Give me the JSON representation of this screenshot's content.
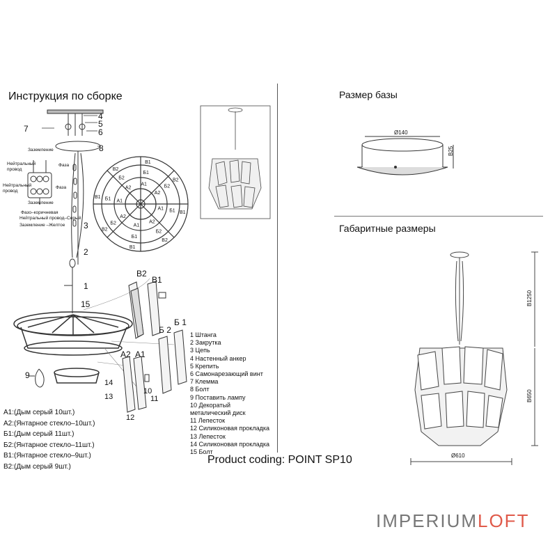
{
  "titles": {
    "assembly": "Инструкция по сборке",
    "base_size": "Размер базы",
    "overall_size": "Габаритные размеры"
  },
  "parts": [
    "1  Штанга",
    "2  Закрутка",
    "3  Цепь",
    "4  Настенный анкер",
    "5  Крепить",
    "6  Самонарезающий винт",
    "7  Клемма",
    "8  Болт",
    "9 Поставить лампу",
    "10  Декоратый",
    "     металический диск",
    "11 Лепесток",
    "12 Силиконовая прокладка",
    "13 Лепесток",
    "14 Силиконовая прокладка",
    "15 Болт"
  ],
  "legend": [
    "A1:(Дым серый 10шт.)",
    "A2:(Янтарное стекло–10шт.)",
    "Б1:(Дым серый 11шт.)",
    "Б2:(Янтарное стекло–11шт.)",
    "B1:(Янтарное стекло–9шт.)",
    "B2:(Дым серый 9шт.)"
  ],
  "wiring": {
    "ground_top": "Заземление",
    "neutral": "Нейтральный\nпровод",
    "phase": "Фаза",
    "neutral2": "Нейтральный\nпровод",
    "phase2": "Фаза",
    "ground_bottom": "Заземление",
    "note1": "Фазо–коричневая",
    "note2": "Нейтральный провод–Серый",
    "note3": "Заземление –Желтое"
  },
  "callouts": {
    "n1": "1",
    "n2": "2",
    "n3": "3",
    "n4": "4",
    "n5": "5",
    "n6": "6",
    "n7": "7",
    "n8": "8",
    "n9": "9",
    "n10": "10",
    "n11": "11",
    "n12": "12",
    "n13": "13",
    "n14": "14",
    "n15": "15"
  },
  "petal_labels": {
    "b2": "B2",
    "b1": "B1",
    "bb2": "Б 2",
    "bb1": "Б 1",
    "a2": "A2",
    "a1": "A1"
  },
  "ring_labels": [
    "B1",
    "Б1",
    "A1",
    "B2",
    "Б2",
    "A2"
  ],
  "dimensions": {
    "base_diameter": "Ø140",
    "base_height": "B25",
    "overall_height": "B1250",
    "body_height": "B650",
    "overall_diameter": "Ø610"
  },
  "product_coding": "Product coding: POINT SP10",
  "brand": {
    "part1": "IMPERIUM",
    "part2": "LOFT"
  }
}
